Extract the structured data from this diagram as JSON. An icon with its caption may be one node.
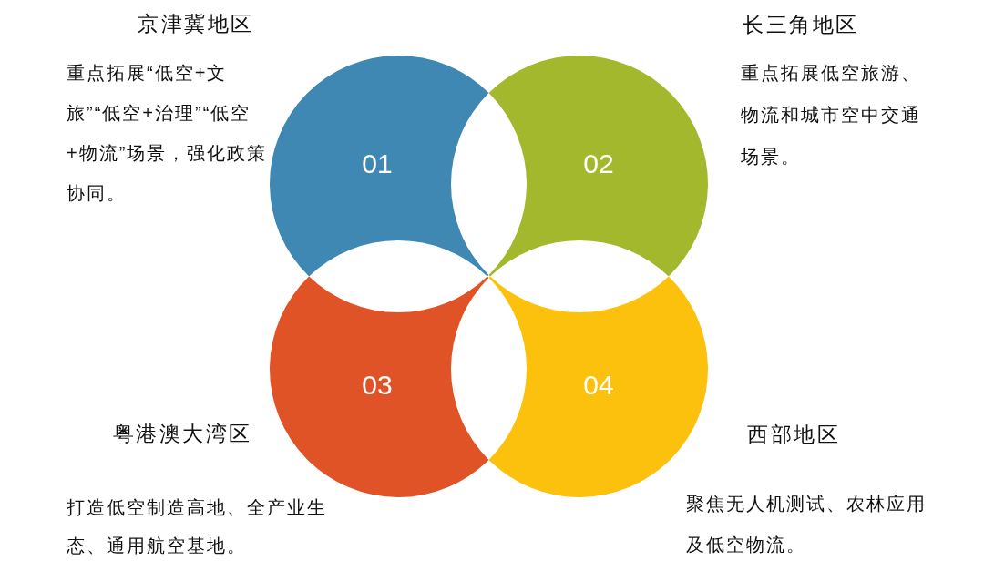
{
  "diagram": {
    "nodes": [
      {
        "text": [
          "01"
        ],
        "beside": [
          "京津冀地区",
          "重点拓展“低空+文旅”“低空+治理”“低空+物流”场景，强化政策协同。"
        ]
      },
      {
        "text": [
          "02"
        ],
        "beside": [
          "长三角地区",
          "重点拓展低空旅游、物流和城市空中交通场景。"
        ]
      },
      {
        "text": [
          "03"
        ],
        "beside": [
          "粤港澳大湾区",
          "打造低空制造高地、全产业生态、通用航空基地。"
        ]
      },
      {
        "text": [
          "04"
        ],
        "beside": [
          "西部地区",
          "聚焦无人机测试、农林应用及低空物流。"
        ]
      }
    ]
  }
}
